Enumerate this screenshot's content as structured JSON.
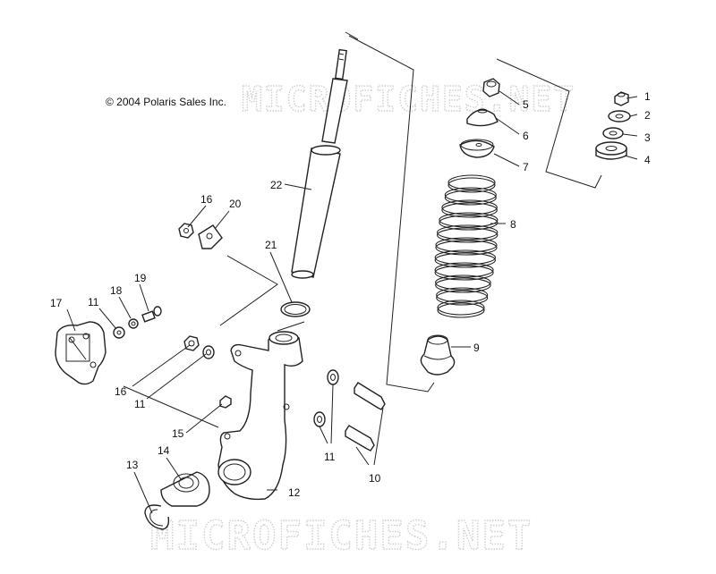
{
  "copyright": "© 2004 Polaris Sales Inc.",
  "watermark": "MICROFICHES.NET",
  "callouts": [
    "1",
    "2",
    "3",
    "4",
    "5",
    "6",
    "7",
    "8",
    "9",
    "10",
    "11",
    "12",
    "13",
    "14",
    "15",
    "16",
    "17",
    "18",
    "19",
    "20",
    "21",
    "22"
  ],
  "callouts_extra": [
    "11",
    "16"
  ]
}
